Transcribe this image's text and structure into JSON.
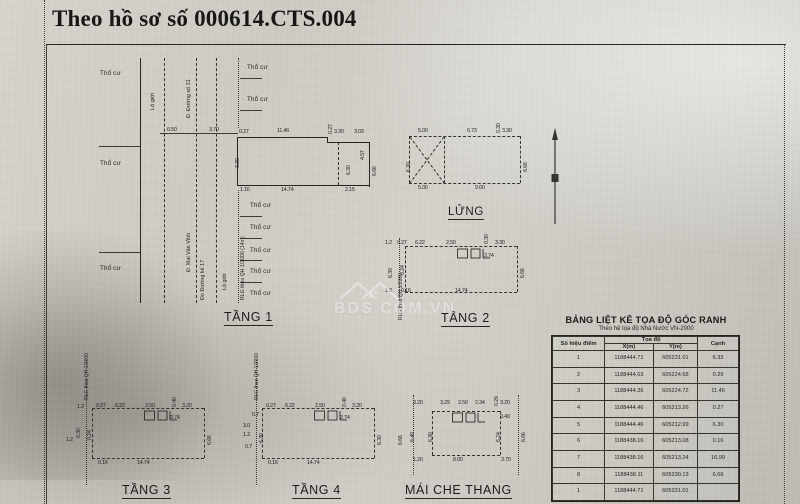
{
  "document": {
    "title": "Theo hồ sơ số 000614.CTS.004",
    "watermark": "BDS.COM.VN"
  },
  "plans": [
    {
      "id": "tang1",
      "label": "TẦNG 1",
      "land_labels": [
        "Thổ cư",
        "Thổ cư",
        "Thổ cư",
        "Thổ cư",
        "Thổ cư",
        "Thổ cư",
        "Thổ cư",
        "Thổ cư",
        "Thổ cư"
      ],
      "street_labels": [
        "Lộ giới",
        "Đ. Đường số 31",
        "Đ. Mai Văn Vĩnh",
        "Đo Đường kế 17",
        "Lộ giới",
        "RLG theo QH 1/2000 (14m)"
      ],
      "dims_top": [
        "6.50",
        "3.70",
        "0.27",
        "11.46",
        "0.27",
        "3.30",
        "3.03"
      ],
      "dims_bottom": [
        "1.16",
        "14.74",
        "2.15"
      ],
      "dims_left": [
        "3.30"
      ],
      "dims_right": [
        "6.30",
        "6.66",
        "4.57"
      ]
    },
    {
      "id": "lung",
      "label": "LỬNG",
      "dims_top": [
        "5.00",
        "6.73",
        "0.30",
        "3.30"
      ],
      "dims_bottom": [
        "5.00",
        "9.00"
      ],
      "dims_left": [
        "6.30"
      ],
      "dims_right": [
        "6.66"
      ]
    },
    {
      "id": "tang2",
      "label": "TẦNG 2",
      "dims_top": [
        "1.2",
        "0.27",
        "6.22",
        "2.50",
        "0.30",
        "3.30"
      ],
      "dims_inner": [
        "2.74"
      ],
      "dims_bottom": [
        "1.2",
        "0.16",
        "14.74"
      ],
      "dims_left": [
        "6.30",
        "0.24"
      ],
      "dims_right": [
        "6.66"
      ]
    },
    {
      "id": "tang3",
      "label": "TẦNG 3",
      "dims_top": [
        "1.2",
        "0.27",
        "6.22",
        "2.50",
        "0.40",
        "3.20"
      ],
      "dims_inner": [
        "2.74"
      ],
      "dims_bottom": [
        "0.16",
        "14.74"
      ],
      "dims_left": [
        "6.30",
        "0.24",
        "1.2"
      ],
      "dims_right": [
        "6.66"
      ],
      "street_labels": [
        "RLG theo QH 1/2000"
      ]
    },
    {
      "id": "tang4",
      "label": "TẦNG 4",
      "dims_top": [
        "0.27",
        "6.22",
        "2.50",
        "0.40",
        "3.20"
      ],
      "dims_inner": [
        "2.74"
      ],
      "dims_bottom": [
        "0.16",
        "14.74"
      ],
      "dims_left": [
        "0.7",
        "3.0",
        "1.2",
        "0.7",
        "6.30"
      ],
      "dims_right": [
        "6.30",
        "6.66"
      ],
      "street_labels": [
        "RLG theo QH 1/2000"
      ]
    },
    {
      "id": "mai-che-thang",
      "label": "MÁI CHE THANG",
      "dims_top": [
        "3.20",
        "3.29",
        "2.50",
        "2.34",
        "0.29",
        "3.20"
      ],
      "dims_right_inner": [
        "0.40",
        "6.24"
      ],
      "dims_bottom": [
        "1.20",
        "8.00",
        "3.70"
      ],
      "dims_left": [
        "6.40",
        "6.30"
      ],
      "dims_right": [
        "6.66"
      ]
    }
  ],
  "coordinate_table": {
    "title": "BẢNG LIỆT KÊ TỌA ĐỘ GÓC RANH",
    "subtitle": "Theo hệ tọa độ Nhà Nước VN-2000",
    "headers": {
      "point": "Số hiệu điểm",
      "coord_group": "Tọa độ",
      "x": "X(m)",
      "y": "Y(m)",
      "edge": "Cạnh"
    },
    "rows": [
      {
        "point": "1",
        "x": "1188444.71",
        "y": "605231.01",
        "edge": "6.33"
      },
      {
        "point": "2",
        "x": "1188444.63",
        "y": "605224.68",
        "edge": "0.29"
      },
      {
        "point": "3",
        "x": "1188444.36",
        "y": "605224.72",
        "edge": "11.46"
      },
      {
        "point": "4",
        "x": "1188444.46",
        "y": "605213.26",
        "edge": "0.27"
      },
      {
        "point": "5",
        "x": "1188444.46",
        "y": "605212.99",
        "edge": "6.30"
      },
      {
        "point": "6",
        "x": "1188438.16",
        "y": "605213.08",
        "edge": "0.16"
      },
      {
        "point": "7",
        "x": "1188438.16",
        "y": "605213.24",
        "edge": "16.99"
      },
      {
        "point": "8",
        "x": "1188438.11",
        "y": "605230.13",
        "edge": "6.66"
      },
      {
        "point": "1",
        "x": "1188444.71",
        "y": "605231.01",
        "edge": ""
      }
    ]
  }
}
